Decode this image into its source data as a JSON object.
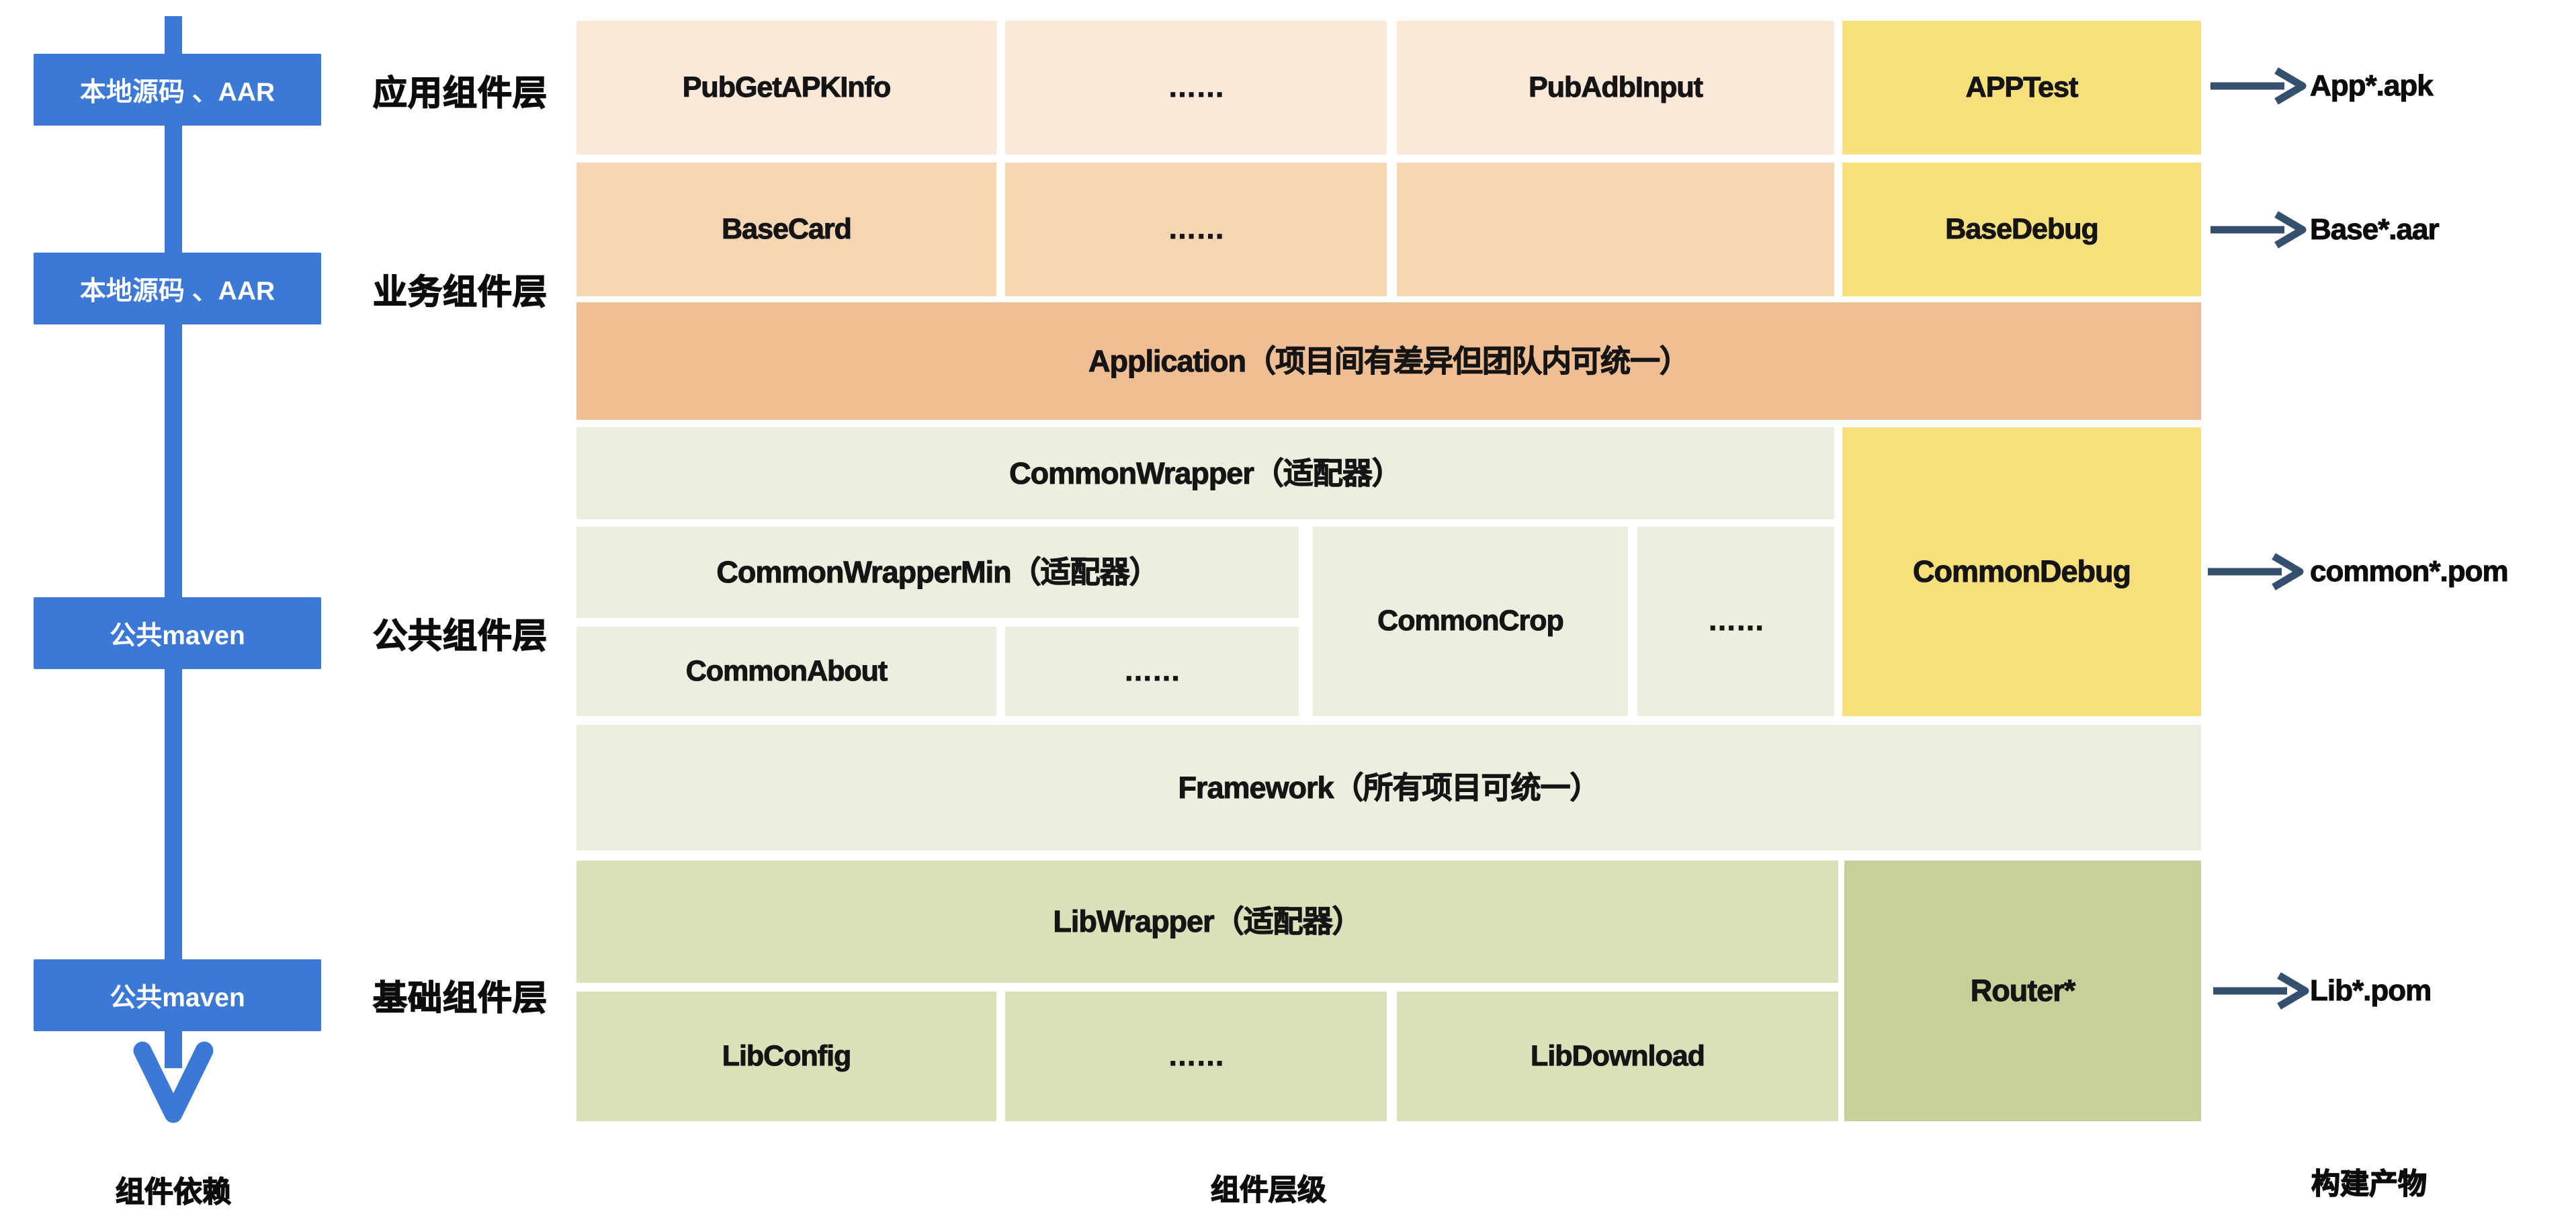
{
  "colors": {
    "background": "#FFFFFF",
    "app_row": "#FAE8D8",
    "base_row": "#F5D5B2",
    "application_row": "#EFBF93",
    "debug_yellow": "#F7DF7B",
    "common_green": "#EBEFDD",
    "lib_green": "#D8E1B8",
    "router_green": "#C5D199",
    "rail_blue": "#3C78D6",
    "arrow_navy": "#35506F",
    "text_black": "#151515"
  },
  "left_rail": {
    "boxes": {
      "app_source": "本地源码 、AAR",
      "base_source": "本地源码 、AAR",
      "common_source": "公共maven",
      "lib_source": "公共maven"
    },
    "arrow": "down-arrow"
  },
  "layer_labels": {
    "app": "应用组件层",
    "base": "业务组件层",
    "common": "公共组件层",
    "lib": "基础组件层"
  },
  "cells": {
    "pub_get_apk_info": "PubGetAPKInfo",
    "app_dots": "……",
    "pub_adb_input": "PubAdbInput",
    "app_test": "APPTest",
    "base_card": "BaseCard",
    "base_dots": "……",
    "base_empty": "",
    "base_debug": "BaseDebug",
    "application": "Application（项目间有差异但团队内可统一）",
    "common_wrapper": "CommonWrapper（适配器）",
    "common_wrapper_min": "CommonWrapperMin（适配器）",
    "common_about": "CommonAbout",
    "common_about_dots": "……",
    "common_crop": "CommonCrop",
    "common_crop_dots": "……",
    "common_debug": "CommonDebug",
    "framework": "Framework（所有项目可统一）",
    "lib_wrapper": "LibWrapper（适配器）",
    "lib_config": "LibConfig",
    "lib_dots": "……",
    "lib_download": "LibDownload",
    "router": "Router*"
  },
  "outputs": {
    "app": "App*.apk",
    "base": "Base*.aar",
    "common": "common*.pom",
    "lib": "Lib*.pom"
  },
  "footer": {
    "dependency": "组件依赖",
    "hierarchy": "组件层级",
    "artifacts": "构建产物"
  }
}
